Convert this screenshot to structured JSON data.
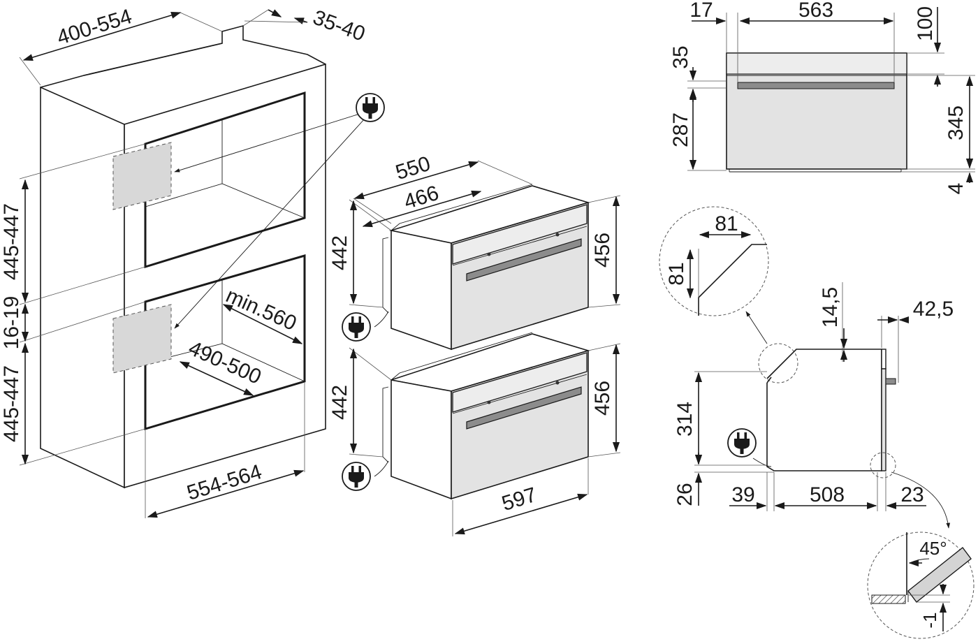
{
  "left_cabinet": {
    "top_width": "400-554",
    "top_depth": "35-40",
    "upper_height": "445-447",
    "gap": "16-19",
    "lower_height": "445-447",
    "min_depth": "min.560",
    "inner_depth": "490-500",
    "width": "554-564"
  },
  "middle_ovens": {
    "depth_total": "550",
    "depth_body": "466",
    "top_body_height": "442",
    "top_front_height": "456",
    "bottom_body_height": "442",
    "bottom_front_height": "456",
    "front_width": "597"
  },
  "front_view": {
    "left_offset": "17",
    "width": "563",
    "top": "100",
    "panel": "35",
    "body": "287",
    "height": "345",
    "base": "4"
  },
  "side_view": {
    "detail_w": "81",
    "detail_h": "81",
    "top_step": "14,5",
    "handle_depth": "42,5",
    "height": "314",
    "bottom": "26",
    "left": "39",
    "depth": "508",
    "right": "23",
    "angle": "45°",
    "offset": "-1"
  },
  "icons": [
    "plug-icon"
  ]
}
